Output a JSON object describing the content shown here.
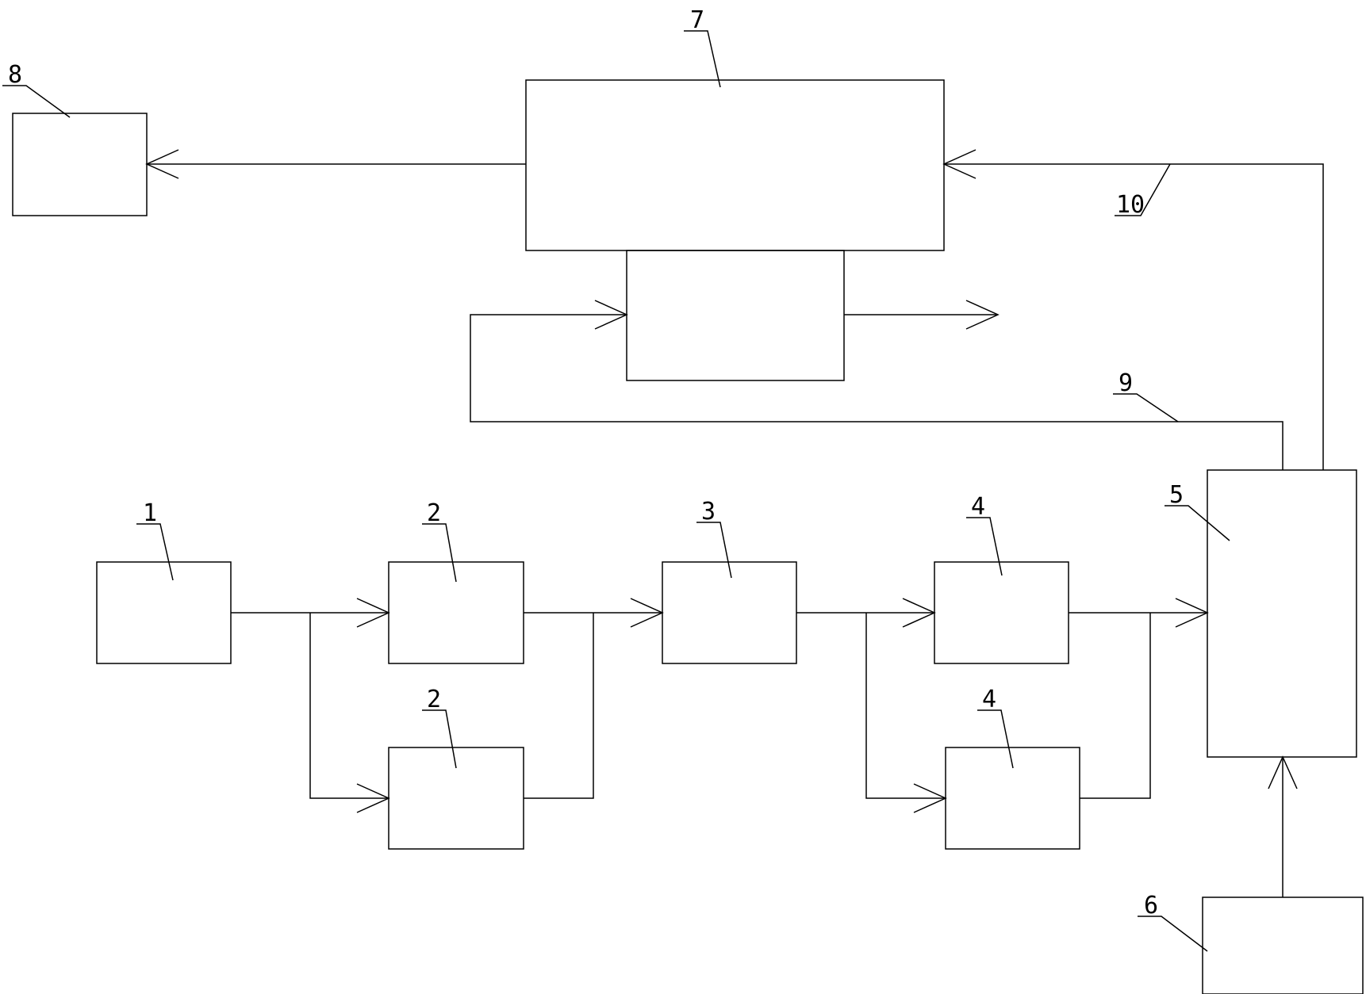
{
  "labels": {
    "l1": "1",
    "l2a": "2",
    "l2b": "2",
    "l3": "3",
    "l4a": "4",
    "l4b": "4",
    "l5": "5",
    "l6": "6",
    "l7": "7",
    "l8": "8",
    "l9": "9",
    "l10": "10"
  },
  "colors": {
    "stroke": "#000000",
    "background": "#ffffff"
  }
}
